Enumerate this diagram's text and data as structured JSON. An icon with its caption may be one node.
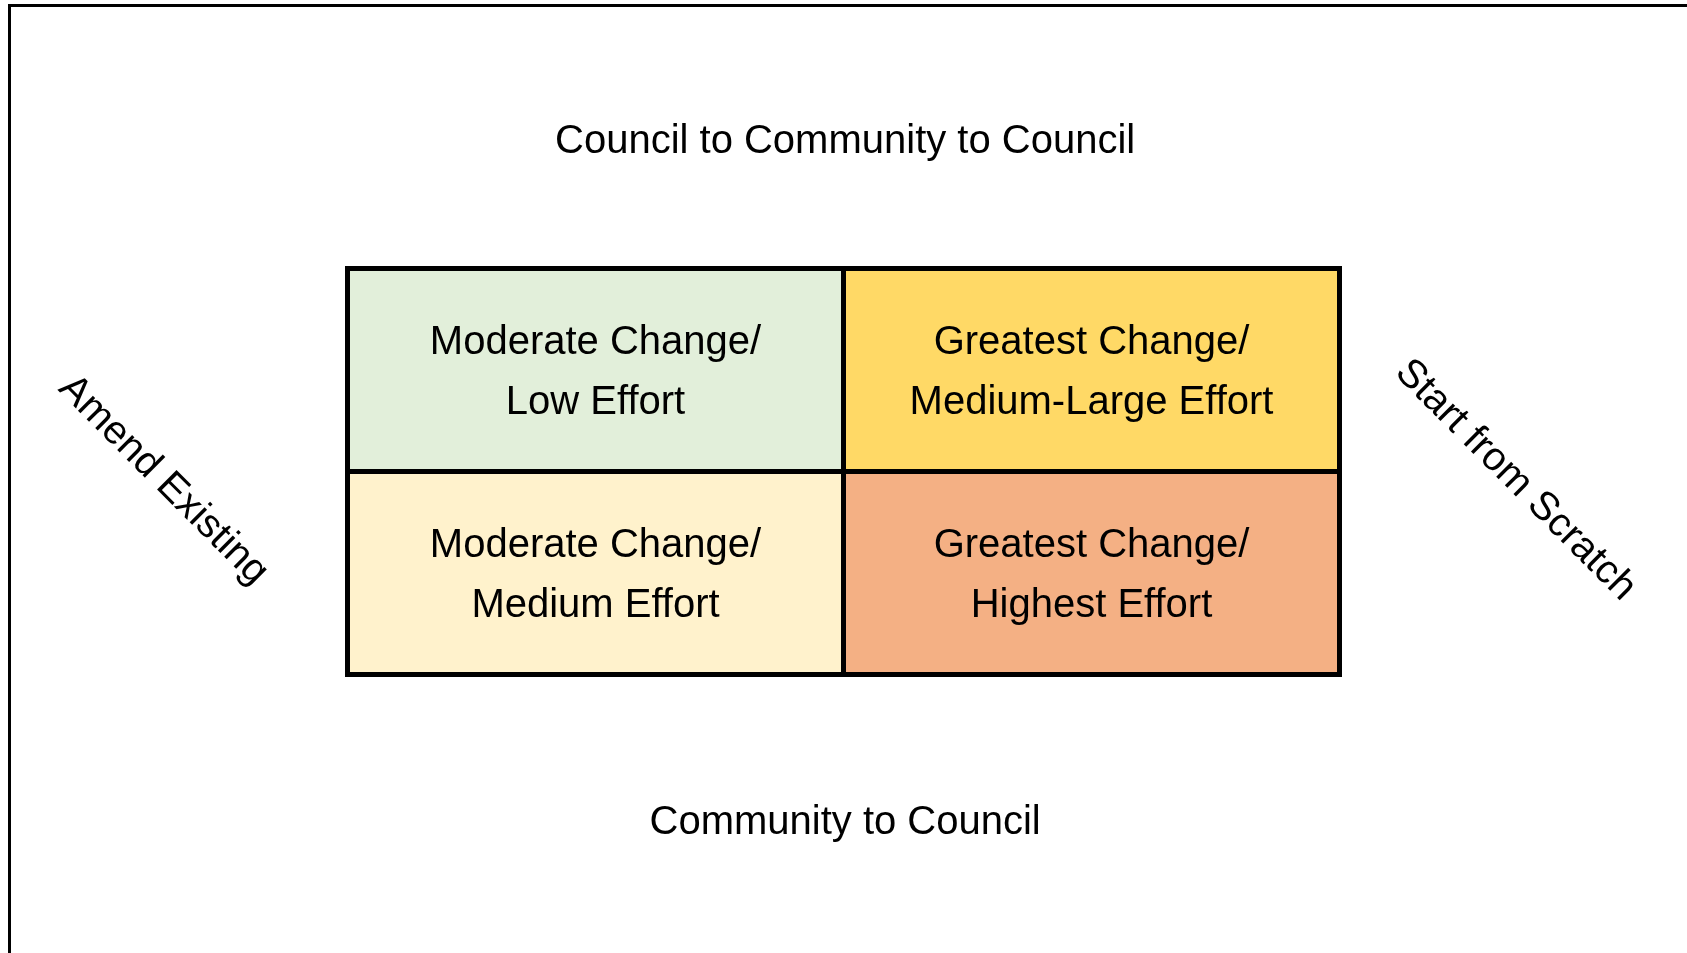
{
  "diagram": {
    "nodes": [
      {
        "text": [
          "Moderate Change/ Low Effort"
        ]
      },
      {
        "text": [
          "Greatest Change/ Medium-Large Effort"
        ]
      },
      {
        "text": [
          "Moderate Change/ Medium Effort"
        ]
      },
      {
        "text": [
          "Greatest Change/ Highest Effort"
        ]
      }
    ],
    "labels": [
      "Council to Community to Council",
      "Amend Existing",
      "Start from Scratch",
      "Community to Council"
    ]
  }
}
